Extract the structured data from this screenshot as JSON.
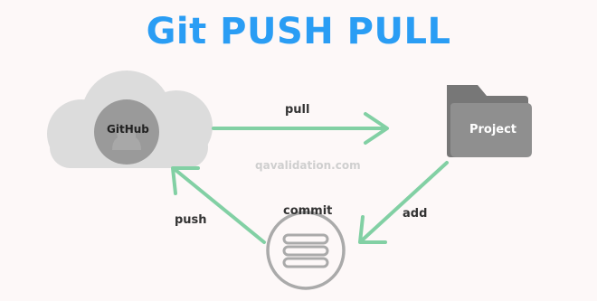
{
  "title": "Git PUSH PULL",
  "watermark": "qavalidation.com",
  "nodes": {
    "github": {
      "label": "GitHub",
      "icon": "cloud-github-icon"
    },
    "project": {
      "label": "Project",
      "icon": "folder-icon"
    },
    "commit": {
      "label": "commit",
      "icon": "stack-icon"
    }
  },
  "edges": {
    "pull": "pull",
    "add": "add",
    "push": "push"
  },
  "colors": {
    "title": "#2a9df4",
    "arrow": "#82d0a4",
    "cloud": "#dcdcdc",
    "github_circle": "#9a9a9a",
    "folder": "#8a8a8a",
    "commit_ring": "#aaaaaa"
  }
}
